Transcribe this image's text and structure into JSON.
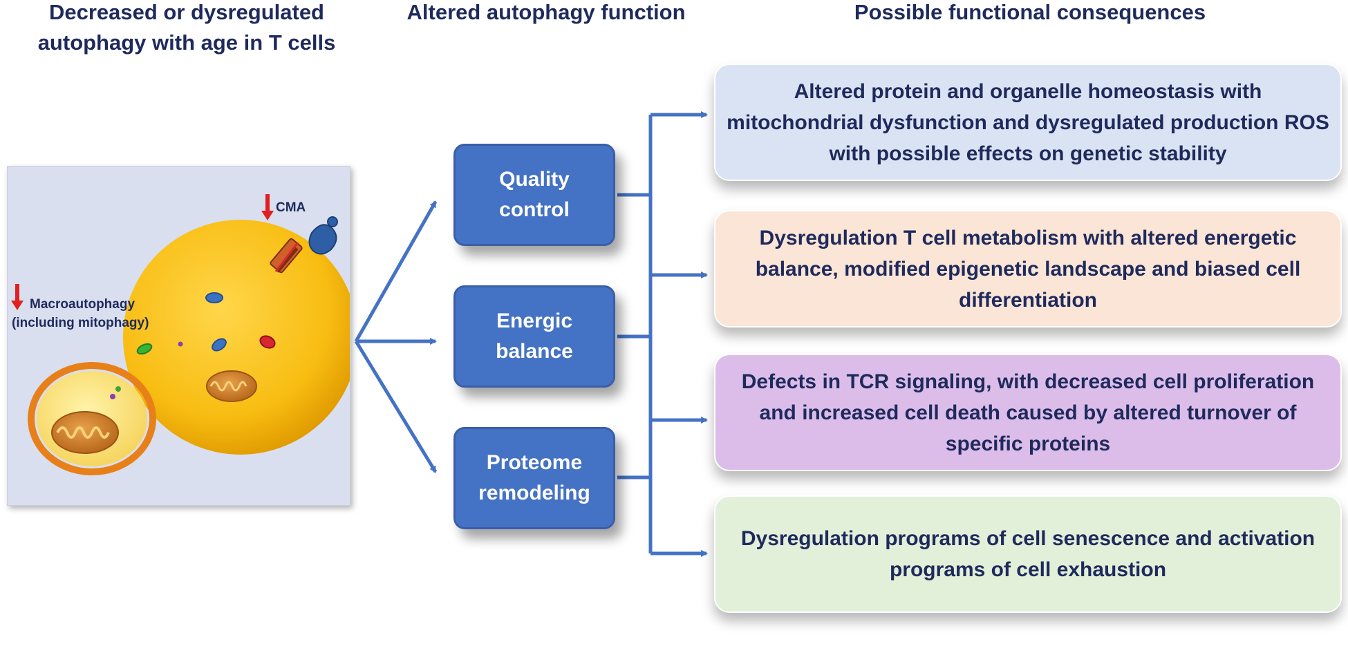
{
  "headers": {
    "left": "Decreased or dysregulated autophagy with age in T cells",
    "middle": "Altered autophagy function",
    "right": "Possible functional consequences"
  },
  "cell_panel": {
    "cma_label": "CMA",
    "macro_label_line1": "Macroautophagy",
    "macro_label_line2": "(including mitophagy)",
    "arrow_color": "#e02020",
    "lysosome_color": "#f5b800"
  },
  "functions": [
    {
      "line1": "Quality",
      "line2": "control"
    },
    {
      "line1": "Energic",
      "line2": "balance"
    },
    {
      "line1": "Proteome",
      "line2": "remodeling"
    }
  ],
  "consequences": [
    {
      "text": "Altered protein and organelle homeostasis with mitochondrial dysfunction and dysregulated production ROS with possible effects on genetic stability",
      "color": "#dae3f3"
    },
    {
      "text": "Dysregulation T cell metabolism with altered energetic balance, modified epigenetic landscape and biased cell differentiation",
      "color": "#fbe5d6"
    },
    {
      "text": "Defects in TCR signaling, with decreased cell proliferation and increased cell death caused by altered turnover of specific proteins",
      "color": "#dcbde9"
    },
    {
      "text": "Dysregulation programs of cell senescence and activation programs of cell exhaustion",
      "color": "#e2f0d9"
    }
  ],
  "colors": {
    "text_dark_blue": "#1f2a5c",
    "box_blue": "#4472c4",
    "connector_blue": "#4472c4"
  }
}
